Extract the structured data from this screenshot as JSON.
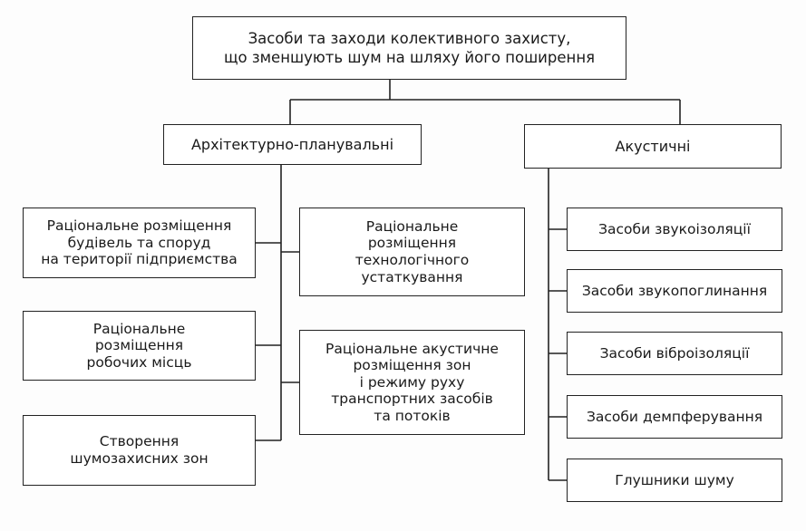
{
  "root": {
    "label": "Засоби та заходи колективного захисту,\nщо зменшують шум  на шляху його поширення"
  },
  "categories": [
    {
      "label": "Архітектурно-планувальні",
      "items": [
        "Раціональне розміщення\nбудівель та споруд\nна території підприємства",
        "Раціональне\nрозміщення\nробочих місць",
        "Створення\nшумозахисних зон",
        "Раціональне\nрозміщення\nтехнологічного\nустаткування",
        "Раціональне акустичне\nрозміщення зон\nі режиму руху\nтранспортних засобів\nта потоків"
      ]
    },
    {
      "label": "Акустичні",
      "items": [
        "Засоби звукоізоляції",
        "Засоби звукопоглинання",
        "Засоби віброізоляції",
        "Засоби демпферування",
        "Глушники шуму"
      ]
    }
  ]
}
